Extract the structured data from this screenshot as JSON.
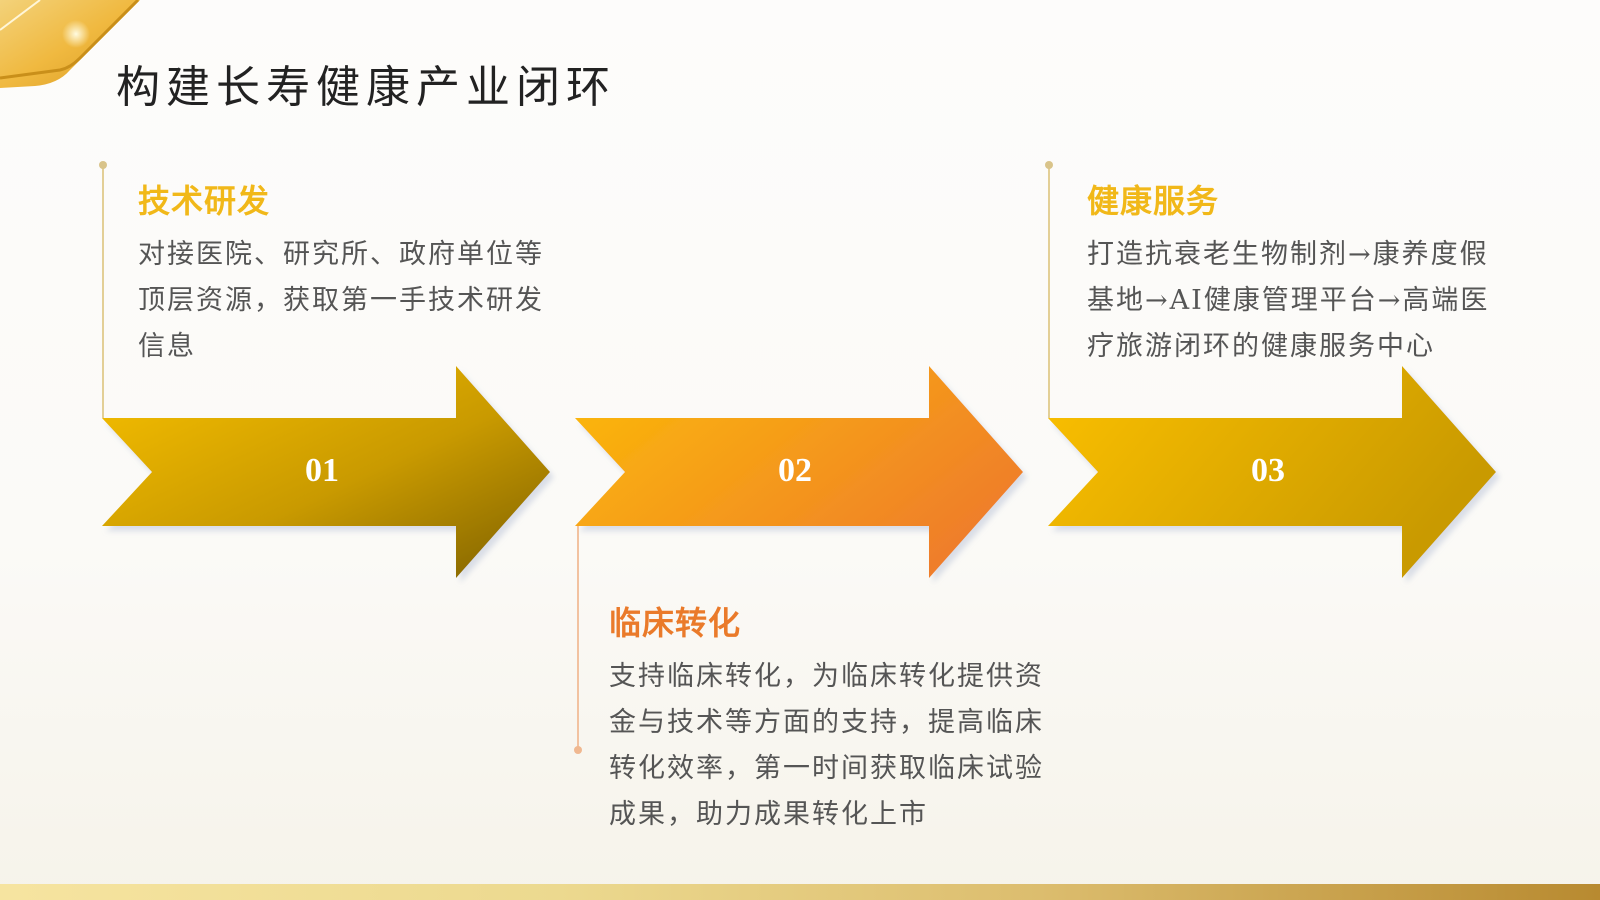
{
  "slide": {
    "title": "构建长寿健康产业闭环"
  },
  "steps": [
    {
      "number": "01",
      "heading": "技术研发",
      "body": "对接医院、研究所、政府单位等顶层资源，获取第一手技术研发信息",
      "heading_color": "#f1b819",
      "line_color": "#e3cf96",
      "arrow_gradient": [
        "#f8c000",
        "#8a6a00"
      ]
    },
    {
      "number": "02",
      "heading": "临床转化",
      "body": "支持临床转化，为临床转化提供资金与技术等方面的支持，提高临床转化效率，第一时间获取临床试验成果，助力成果转化上市",
      "heading_color": "#ea7a2a",
      "line_color": "#f2c2a0",
      "arrow_gradient": [
        "#fcb80a",
        "#ee7e2a"
      ]
    },
    {
      "number": "03",
      "heading": "健康服务",
      "body": "打造抗衰老生物制剂→康养度假基地→AI健康管理平台→高端医疗旅游闭环的健康服务中心",
      "heading_color": "#f1b819",
      "line_color": "#e3cf96",
      "arrow_gradient": [
        "#fcc000",
        "#cc9c00"
      ]
    }
  ],
  "colors": {
    "title_text": "#222222",
    "body_text": "#555555",
    "bottom_bar": [
      "#f6e4a0",
      "#b88a30"
    ]
  }
}
